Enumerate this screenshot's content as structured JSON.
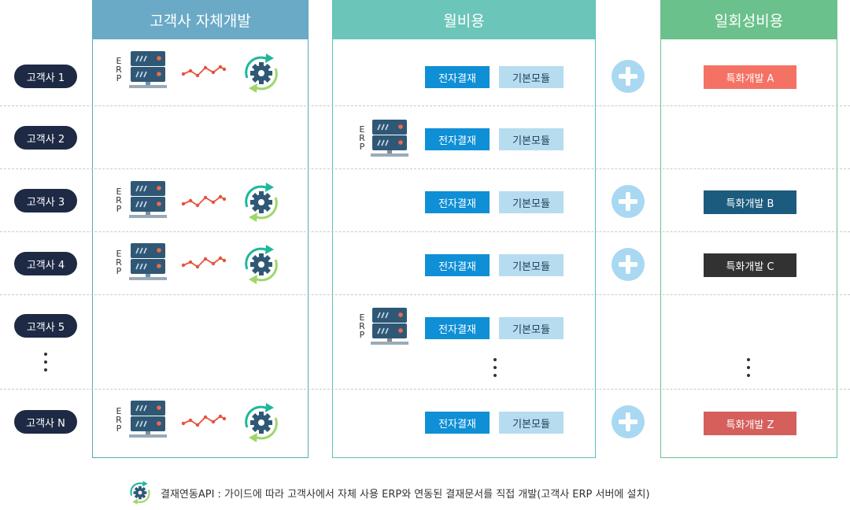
{
  "columns": {
    "own_dev": {
      "title": "고객사 자체개발",
      "header_color": "#6aaac6",
      "border_color": "#5aa6c2"
    },
    "monthly": {
      "title": "월비용",
      "header_color": "#6cc5b9",
      "border_color": "#5cc0b4"
    },
    "onetime": {
      "title": "일회성비용",
      "header_color": "#6bc18b",
      "border_color": "#6cc08e"
    }
  },
  "erp_letters": [
    "E",
    "R",
    "P"
  ],
  "rows": [
    {
      "customer": "고객사 1",
      "erp_side": "own",
      "plus": true,
      "dev": {
        "label": "특화개발 A",
        "color": "#f47264"
      }
    },
    {
      "customer": "고객사 2",
      "erp_side": "monthly",
      "plus": false,
      "dev": null
    },
    {
      "customer": "고객사 3",
      "erp_side": "own",
      "plus": true,
      "dev": {
        "label": "특화개발 B",
        "color": "#1a5b7e"
      }
    },
    {
      "customer": "고객사 4",
      "erp_side": "own",
      "plus": true,
      "dev": {
        "label": "특화개발 C",
        "color": "#323232"
      }
    },
    {
      "customer": "고객사 5",
      "erp_side": "monthly",
      "plus": false,
      "dev": null
    },
    {
      "customer": "고객사 N",
      "erp_side": "own",
      "plus": true,
      "dev": {
        "label": "특화개발 Z",
        "color": "#d45f5b"
      }
    }
  ],
  "modules": {
    "payment": "전자결재",
    "base": "기본모듈"
  },
  "footnote": "결재연동API : 가이드에 따라 고객사에서 자체 사용 ERP와 연동된 결재문서를 직접 개발(고객사 ERP  서버에 설치)",
  "icons": {
    "server": "server-icon",
    "trend": "trend-line-icon",
    "sync": "sync-gear-icon",
    "plus": "plus-icon"
  }
}
